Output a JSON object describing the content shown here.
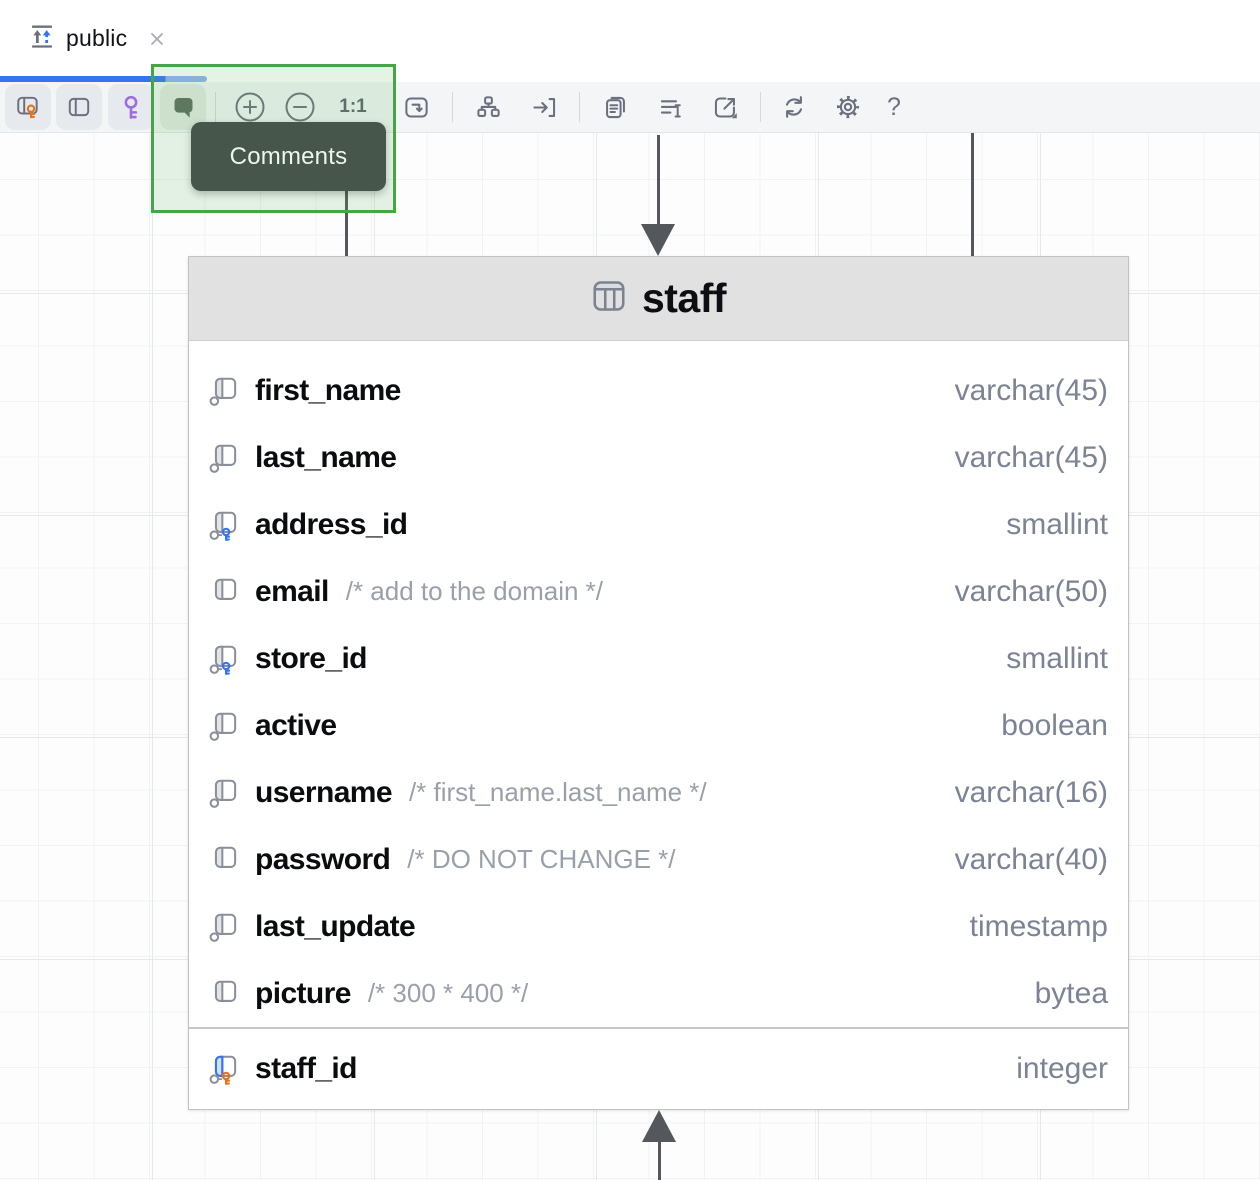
{
  "tab": {
    "title": "public",
    "icon": "schema-arrows-icon",
    "close_icon": "close-icon"
  },
  "progress": {
    "visible": true
  },
  "toolbar": {
    "zoom_reset_label": "1:1",
    "help_label": "?",
    "icons": [
      "table-columns-key-icon",
      "table-columns-icon",
      "key-icon",
      "comments-icon",
      "zoom-in-icon",
      "zoom-out-icon",
      "zoom-reset",
      "fit-content-icon",
      "layout-icon",
      "jump-to-icon",
      "copy-diagram-icon",
      "notes-icon",
      "export-icon",
      "refresh-icon",
      "settings-icon",
      "help-icon"
    ]
  },
  "tooltip": {
    "text": "Comments"
  },
  "diagram": {
    "table": {
      "title": "staff",
      "columns": [
        {
          "name": "first_name",
          "type": "varchar(45)",
          "comment": "",
          "dot": true,
          "key": null
        },
        {
          "name": "last_name",
          "type": "varchar(45)",
          "comment": "",
          "dot": true,
          "key": null
        },
        {
          "name": "address_id",
          "type": "smallint",
          "comment": "",
          "dot": true,
          "key": "foreign"
        },
        {
          "name": "email",
          "type": "varchar(50)",
          "comment": "/* add to the domain */",
          "dot": false,
          "key": null
        },
        {
          "name": "store_id",
          "type": "smallint",
          "comment": "",
          "dot": true,
          "key": "foreign"
        },
        {
          "name": "active",
          "type": "boolean",
          "comment": "",
          "dot": true,
          "key": null
        },
        {
          "name": "username",
          "type": "varchar(16)",
          "comment": "/* first_name.last_name */",
          "dot": true,
          "key": null
        },
        {
          "name": "password",
          "type": "varchar(40)",
          "comment": "/* DO NOT CHANGE */",
          "dot": false,
          "key": null
        },
        {
          "name": "last_update",
          "type": "timestamp",
          "comment": "",
          "dot": true,
          "key": null
        },
        {
          "name": "picture",
          "type": "bytea",
          "comment": "/* 300 * 400 */",
          "dot": false,
          "key": null
        }
      ],
      "primary_columns": [
        {
          "name": "staff_id",
          "type": "integer",
          "comment": "",
          "dot": true,
          "key": "primary",
          "blue_bar": true
        }
      ]
    }
  },
  "colors": {
    "accent_blue": "#3574F0",
    "foreign_key": "#3574F0",
    "primary_key": "#EB7017",
    "toolbar_key_purple": "#9E6DE0",
    "toolbar_key_orange": "#EB7017",
    "highlight_green": "#46A546",
    "tooltip_bg": "#46564B"
  }
}
